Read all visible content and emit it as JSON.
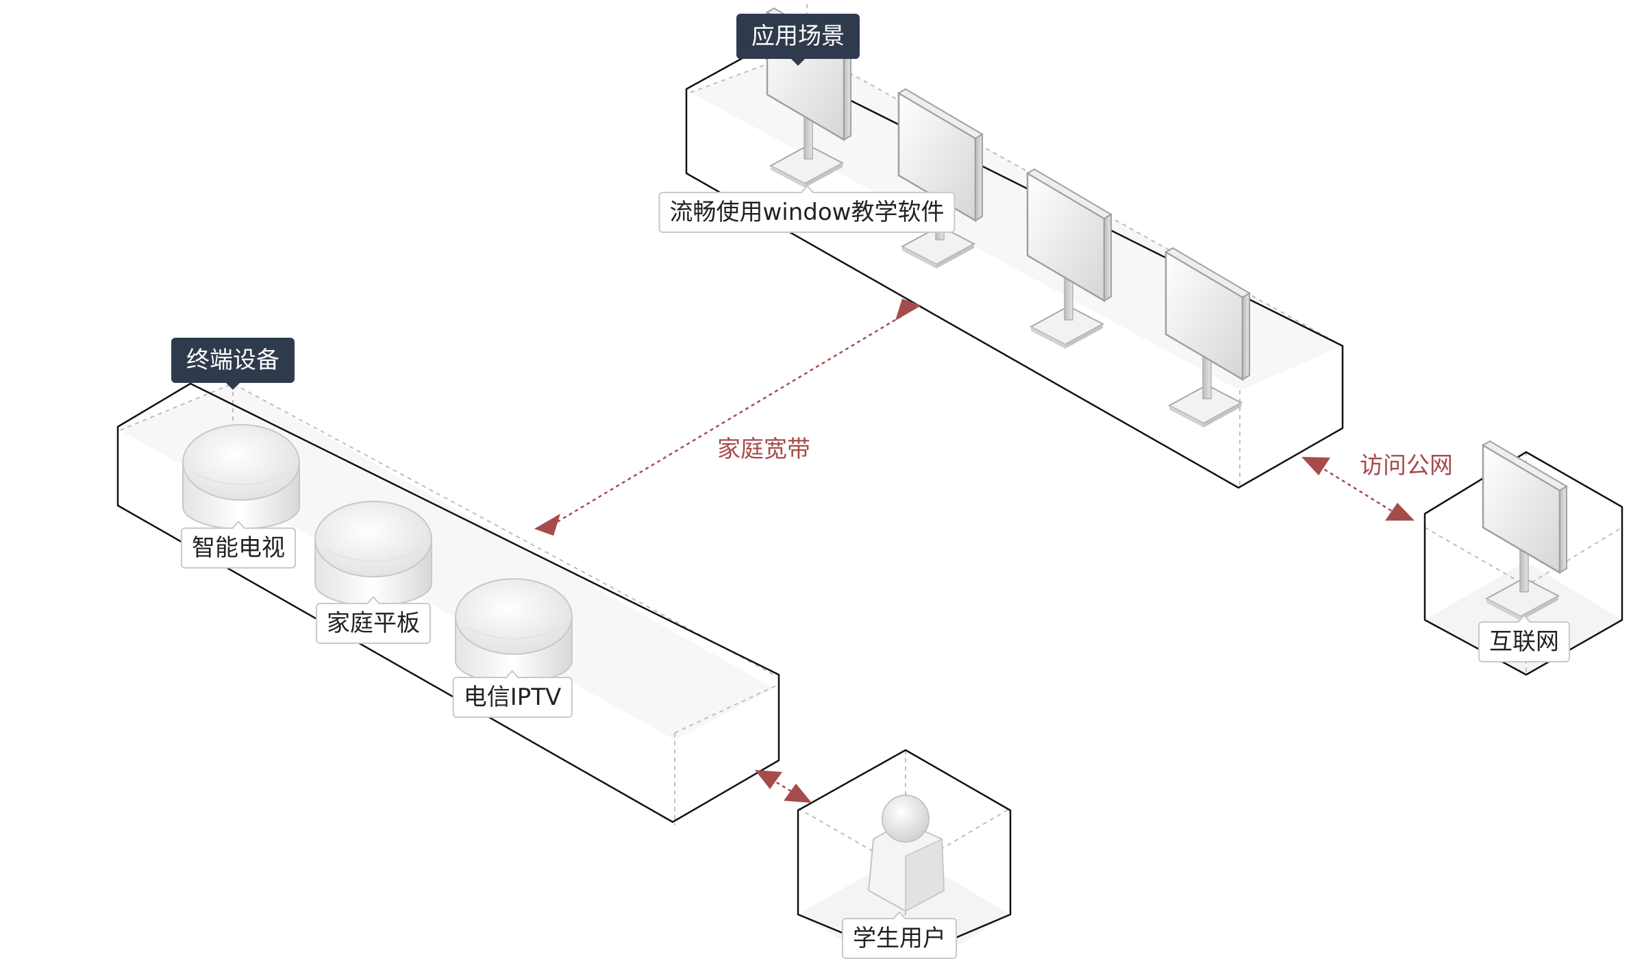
{
  "zones": {
    "app_scene": {
      "title": "应用场景",
      "item_label": "流畅使用window教学软件"
    },
    "terminal": {
      "title": "终端设备",
      "items": [
        "智能电视",
        "家庭平板",
        "电信IPTV"
      ]
    }
  },
  "nodes": {
    "internet": "互联网",
    "student": "学生用户"
  },
  "connections": {
    "home_broadband": "家庭宽带",
    "public_net": "访问公网"
  },
  "colors": {
    "accent": "#a64b4b",
    "tag_bg": "#2f3b4d",
    "box_stroke": "#111111",
    "box_inner": "#bdbdbd"
  },
  "icons": {
    "monitor": "monitor-icon",
    "device": "terminal-device-icon",
    "user": "user-icon"
  }
}
